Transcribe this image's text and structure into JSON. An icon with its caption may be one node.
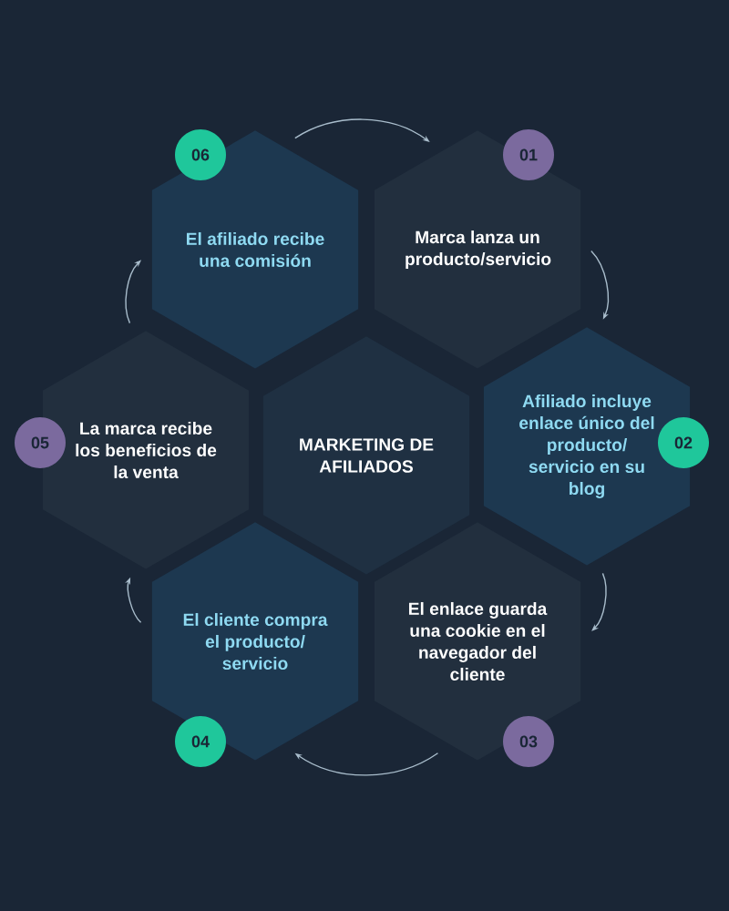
{
  "diagram": {
    "nodes": [
      {
        "text": [
          "El afiliado recibe una comisión"
        ]
      },
      {
        "text": [
          "06"
        ]
      },
      {
        "text": [
          "Marca lanza un producto/servicio"
        ]
      },
      {
        "text": [
          "01"
        ]
      },
      {
        "text": [
          "La marca recibe los beneficios de la venta"
        ]
      },
      {
        "text": [
          "05"
        ]
      },
      {
        "text": [
          "MARKETING DE AFILIADOS"
        ]
      },
      {
        "text": [
          "Afiliado incluye enlace único del producto/ servicio en su blog"
        ]
      },
      {
        "text": [
          "02"
        ]
      },
      {
        "text": [
          "El cliente compra el producto/ servicio"
        ]
      },
      {
        "text": [
          "04"
        ]
      },
      {
        "text": [
          "El enlace guarda una cookie en el navegador del cliente"
        ]
      },
      {
        "text": [
          "03"
        ]
      }
    ],
    "edges": [
      {
        "from": 0,
        "to": 2,
        "arrow": "to"
      },
      {
        "from": 2,
        "to": 7,
        "arrow": "to"
      },
      {
        "from": 7,
        "to": 11,
        "arrow": "to"
      },
      {
        "from": 11,
        "to": 9,
        "arrow": "to"
      },
      {
        "from": 9,
        "to": 4,
        "arrow": "to"
      },
      {
        "from": 4,
        "to": 0,
        "arrow": "to"
      }
    ]
  }
}
